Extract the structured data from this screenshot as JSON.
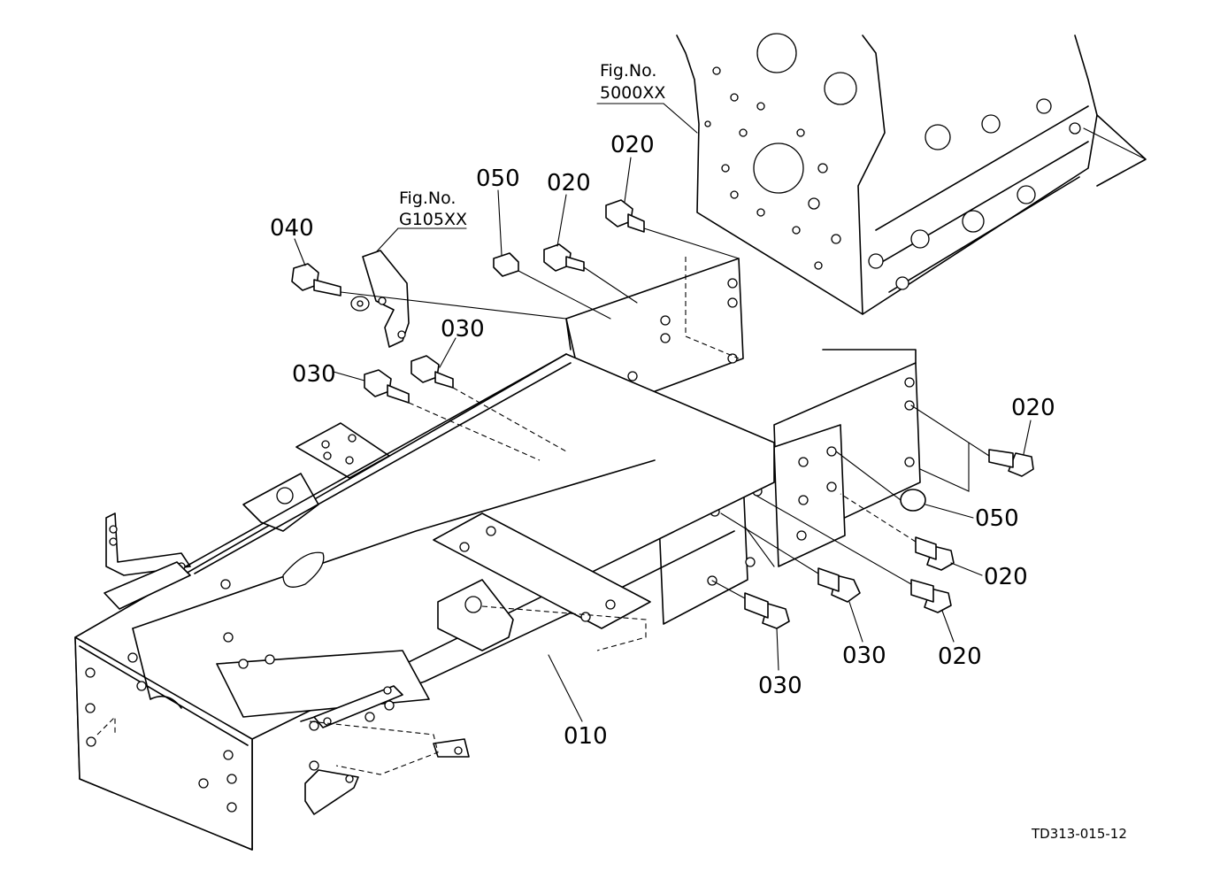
{
  "diagram": {
    "fig_refs": [
      {
        "line1": "Fig.No.",
        "line2": "5000XX"
      },
      {
        "line1": "Fig.No.",
        "line2": "G105XX"
      }
    ],
    "callouts": [
      {
        "label": "040"
      },
      {
        "label": "050"
      },
      {
        "label": "020"
      },
      {
        "label": "020"
      },
      {
        "label": "030"
      },
      {
        "label": "030"
      },
      {
        "label": "020"
      },
      {
        "label": "050"
      },
      {
        "label": "020"
      },
      {
        "label": "030"
      },
      {
        "label": "020"
      },
      {
        "label": "030"
      },
      {
        "label": "010"
      }
    ],
    "drawing_code": "TD313-015-12"
  }
}
